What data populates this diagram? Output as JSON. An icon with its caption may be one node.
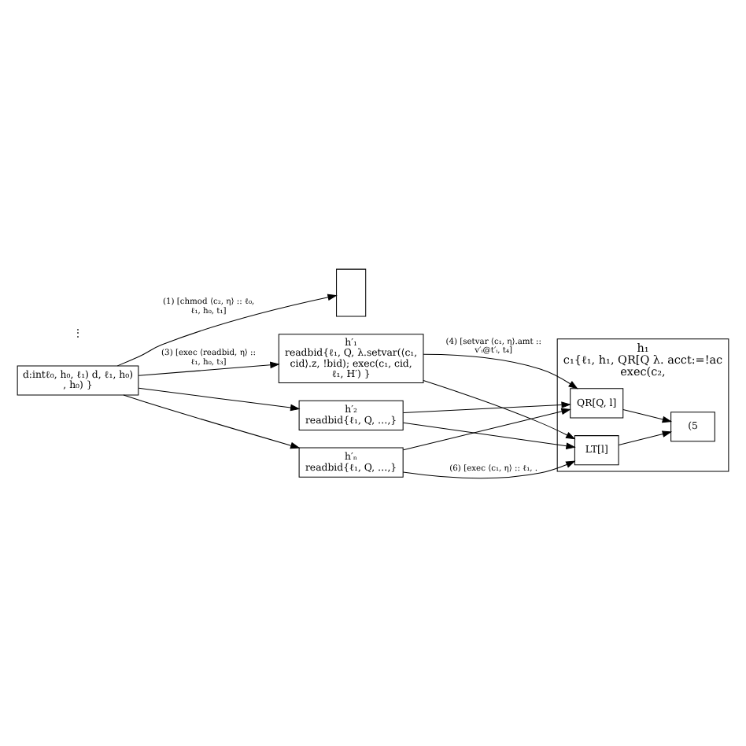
{
  "diagram": {
    "nodes": [
      {
        "text": [
          "d:intℓ₀, h₀, ℓ₁) d, ℓ₁, h₀) , h₀) }"
        ]
      },
      {
        "text": [],
        "shape": "box"
      },
      {
        "text": [
          "h₁",
          "c₁{ℓ₁, h₁, QR[Q λ. acct:=!ac exec(c₂,"
        ]
      },
      {
        "text": [
          "QR[Q, l]"
        ],
        "in": 2
      },
      {
        "text": [
          "LT[l]"
        ],
        "in": 2
      },
      {
        "text": [
          "(5"
        ],
        "in": 2
      },
      {
        "text": [
          "h′₁",
          "readbid{ℓ₁, Q, λ.setvar(⟨c₁, cid⟩.z, !bid); exec(c₁, cid, ℓ₁, H′) }"
        ]
      },
      {
        "text": [
          "h′₂",
          "readbid{ℓ₁, Q, …,}"
        ]
      },
      {
        "text": [
          "h′ₙ",
          "readbid{ℓ₁, Q, …,}"
        ]
      }
    ],
    "edges": [
      {
        "from": 0,
        "to": 1,
        "arrow": "to",
        "label": "(1) [chmod ⟨c₂, η⟩ :: ℓ₀, ℓ₁, h₀, t₁]"
      },
      {
        "from": 0,
        "to": 6,
        "arrow": "to",
        "label": "(3) [exec ⟨readbid, η⟩ :: ℓ₁, h₀, t₃]"
      },
      {
        "from": 0,
        "to": 7,
        "arrow": "to"
      },
      {
        "from": 0,
        "to": 8,
        "arrow": "to"
      },
      {
        "from": 6,
        "to": 3,
        "arrow": "to",
        "label": "(4) [setvar ⟨c₁, η⟩.amt :: v′ᵢ@t′ᵢ, t₄]"
      },
      {
        "from": 7,
        "to": 3,
        "arrow": "to"
      },
      {
        "from": 8,
        "to": 3,
        "arrow": "to"
      },
      {
        "from": 6,
        "to": 4,
        "arrow": "to"
      },
      {
        "from": 7,
        "to": 4,
        "arrow": "to"
      },
      {
        "from": 8,
        "to": 4,
        "arrow": "to",
        "label": "(6) [exec ⟨c₁, η⟩ :: ℓ₁, ."
      },
      {
        "from": 3,
        "to": 5,
        "arrow": "to"
      },
      {
        "from": 4,
        "to": 5,
        "arrow": "to"
      }
    ],
    "labels": [
      "⋮"
    ]
  }
}
